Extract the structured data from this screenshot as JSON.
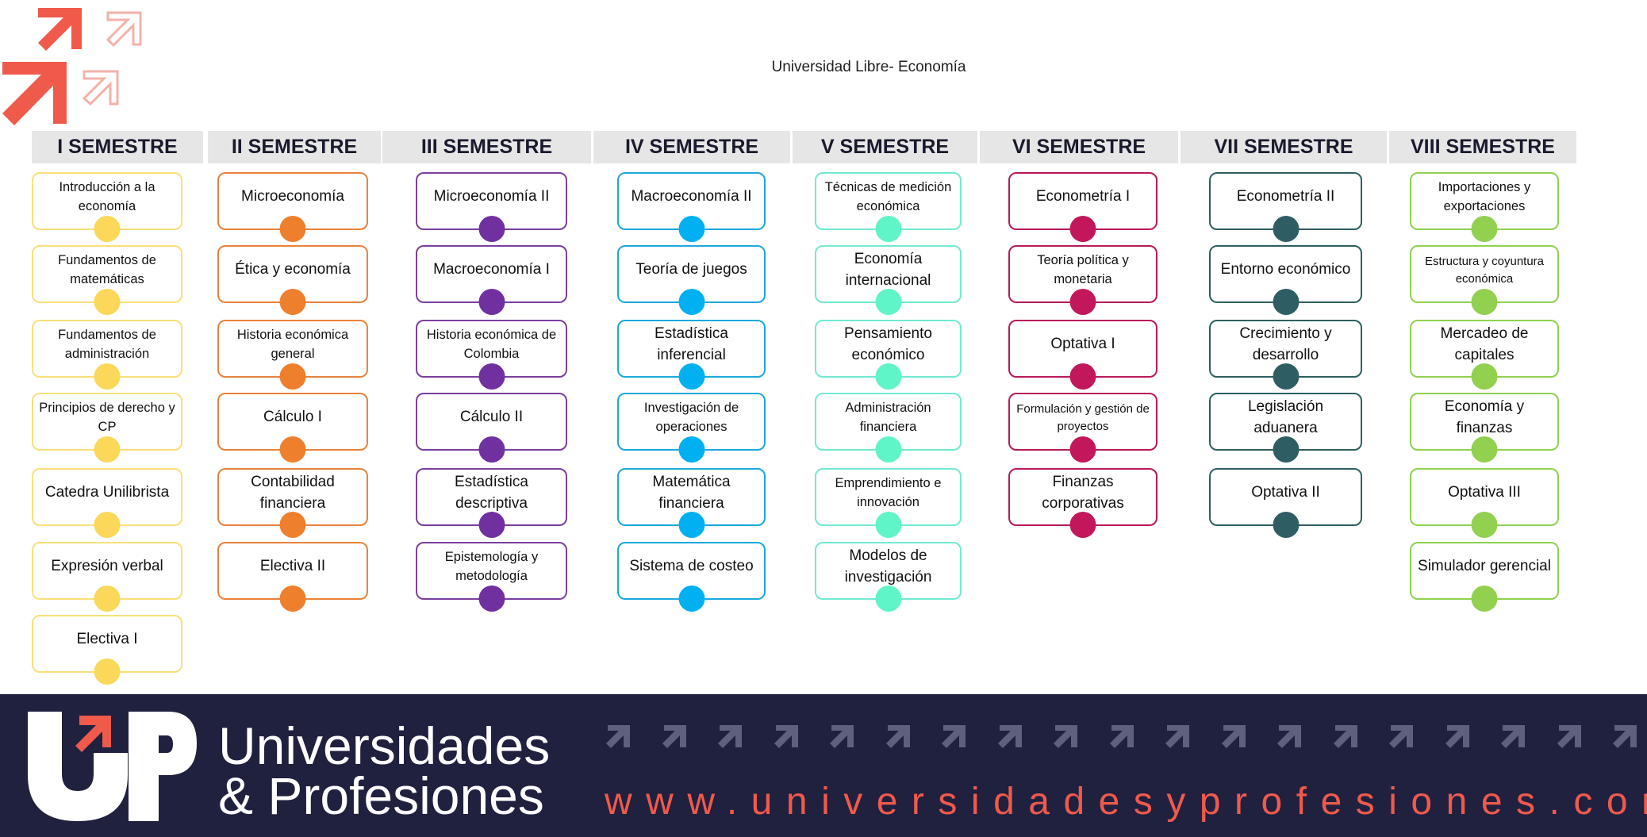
{
  "title": "Universidad Libre- Economía",
  "semesters": [
    {
      "name": "I SEMESTRE",
      "color": "#f9e07a",
      "dot": "#fbd85a",
      "courses": [
        "Introducción a la economía",
        "Fundamentos de matemáticas",
        "Fundamentos de administración",
        "Principios de derecho y CP",
        "Catedra Unilibrista",
        "Expresión verbal",
        "Electiva I"
      ]
    },
    {
      "name": "II SEMESTRE",
      "color": "#e9823a",
      "dot": "#ee7f2d",
      "courses": [
        "Microeconomía",
        "Ética y economía",
        "Historia económica general",
        "Cálculo I",
        "Contabilidad financiera",
        "Electiva II"
      ]
    },
    {
      "name": "III SEMESTRE",
      "color": "#7b3f9e",
      "dot": "#7030a0",
      "courses": [
        "Microeconomía II",
        "Macroeconomía I",
        "Historia económica de Colombia",
        "Cálculo II",
        "Estadística descriptiva",
        "Epistemología y metodología"
      ]
    },
    {
      "name": "IV SEMESTRE",
      "color": "#1ba9dc",
      "dot": "#00b0f0",
      "courses": [
        "Macroeconomía II",
        "Teoría de juegos",
        "Estadística inferencial",
        "Investigación de operaciones",
        "Matemática financiera",
        "Sistema de costeo"
      ]
    },
    {
      "name": "V SEMESTRE",
      "color": "#72ead1",
      "dot": "#5ff5c8",
      "courses": [
        "Técnicas de medición económica",
        "Economía internacional",
        "Pensamiento económico",
        "Administración financiera",
        "Emprendimiento e innovación",
        "Modelos de investigación"
      ]
    },
    {
      "name": "VI SEMESTRE",
      "color": "#b8195a",
      "dot": "#c2185b",
      "courses": [
        "Econometría I",
        "Teoría política y monetaria",
        "Optativa I",
        "Formulación y gestión de proyectos",
        "Finanzas corporativas"
      ]
    },
    {
      "name": "VII SEMESTRE",
      "color": "#2f5f60",
      "dot": "#2e5e63",
      "courses": [
        "Econometría II",
        "Entorno económico",
        "Crecimiento y desarrollo",
        "Legislación aduanera",
        "Optativa II"
      ]
    },
    {
      "name": "VIII SEMESTRE",
      "color": "#8fd150",
      "dot": "#92d050",
      "courses": [
        "Importaciones y exportaciones",
        "Estructura y coyuntura económica",
        "Mercadeo de capitales",
        "Economía y finanzas",
        "Optativa III",
        "Simulador gerencial"
      ]
    }
  ],
  "footer": {
    "brand_line1": "Universidades",
    "brand_line2": "& Profesiones",
    "website": "www.universidadesyprofesiones.com",
    "logo_letters": "UP",
    "background": "#20203f",
    "accent": "#ef5a4b"
  }
}
